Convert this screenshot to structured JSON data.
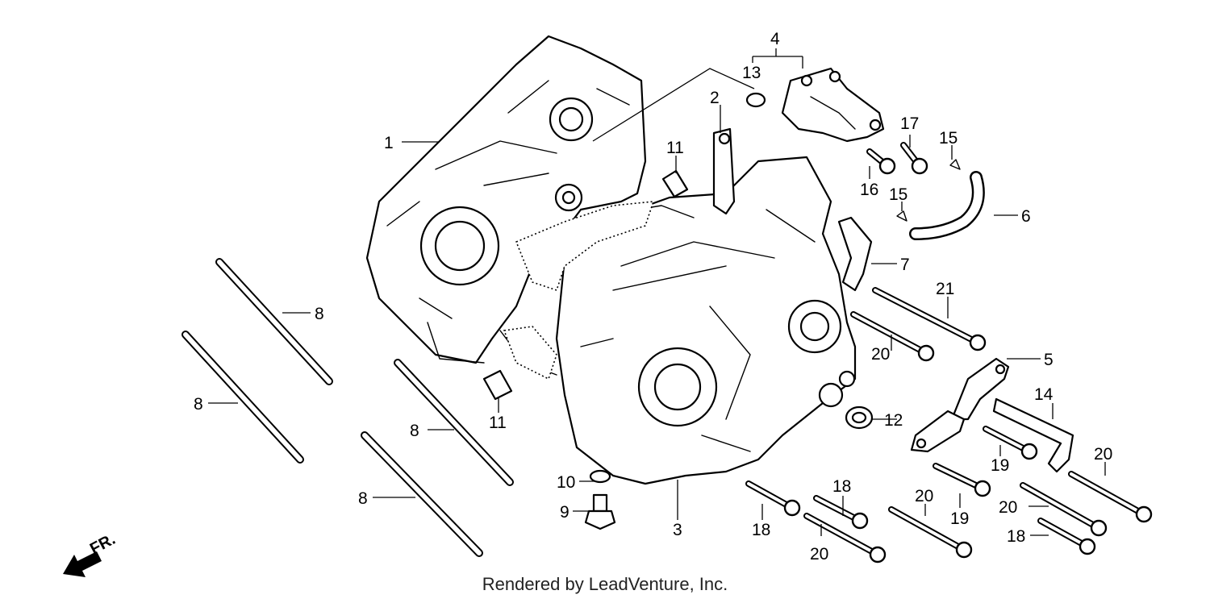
{
  "credit": "Rendered by LeadVenture, Inc.",
  "direction_label": "FR.",
  "callouts": [
    "1",
    "2",
    "3",
    "4",
    "5",
    "6",
    "7",
    "8",
    "8",
    "8",
    "8",
    "9",
    "10",
    "11",
    "11",
    "12",
    "13",
    "14",
    "15",
    "15",
    "16",
    "17",
    "18",
    "18",
    "18",
    "19",
    "19",
    "20",
    "20",
    "20",
    "20",
    "20",
    "21"
  ]
}
